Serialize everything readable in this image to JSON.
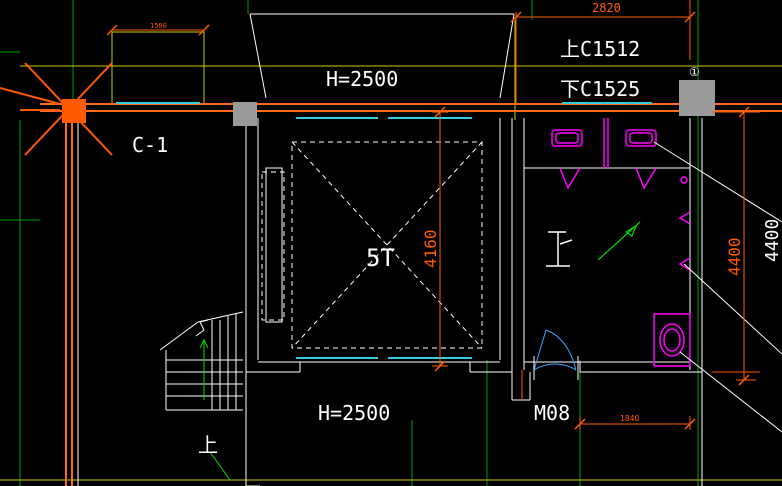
{
  "drawing": {
    "dims": {
      "top_width": "2820",
      "left_width": "1500",
      "elevator_height": "4160",
      "right_height_inner": "4400",
      "right_height_outer": "4400",
      "bottom_width": "1840"
    },
    "labels": {
      "height_top": "H=2500",
      "height_bottom": "H=2500",
      "window_upper": "上C1512",
      "window_lower": "下C1525",
      "column_mark": "C-1",
      "elevator_mark": "5T",
      "door_mark": "M08",
      "stair_up": "上",
      "axis_bubble": "①"
    },
    "colors": {
      "background": "#000000",
      "wall": "#ffffff",
      "axis_orange": "#ff6a1a",
      "dimension_orange": "#ff5a00",
      "grid_green": "#00a000",
      "window_cyan": "#33ccdd",
      "fixture_magenta": "#ff00ff",
      "column_gray": "#9a9a9a",
      "frame_yellow": "#d7d700"
    }
  }
}
